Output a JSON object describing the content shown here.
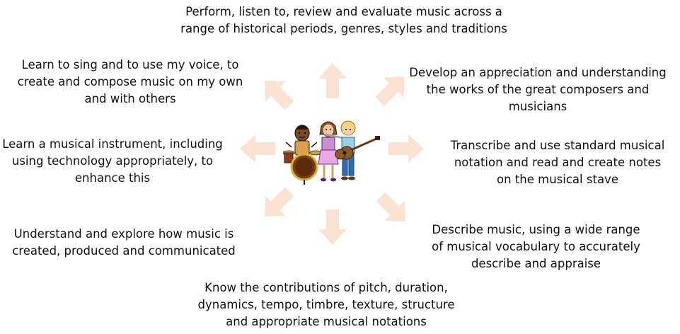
{
  "colors": {
    "arrow": "#fbe3d4",
    "text": "#111111"
  },
  "center_image": {
    "icon": "band-of-children-playing-instruments"
  },
  "statements": {
    "top": "Perform, listen to, review and evaluate music across a range of historical periods, genres, styles and traditions",
    "top_right": "Develop an appreciation and understanding the works of the great composers and musicians",
    "right": "Transcribe and use standard musical notation and read and create notes on the musical stave",
    "bottom_right": "Describe music, using a wide range of musical vocabulary to accurately describe and appraise",
    "bottom": "Know the contributions of pitch, duration, dynamics, tempo, timbre, texture, structure and appropriate musical notations",
    "bottom_left": "Understand and explore how music is created, produced and communicated",
    "left": "Learn a musical instrument, including using technology appropriately, to enhance this",
    "top_left": "Learn to sing and to use my voice, to create and compose music on my own and with others"
  }
}
